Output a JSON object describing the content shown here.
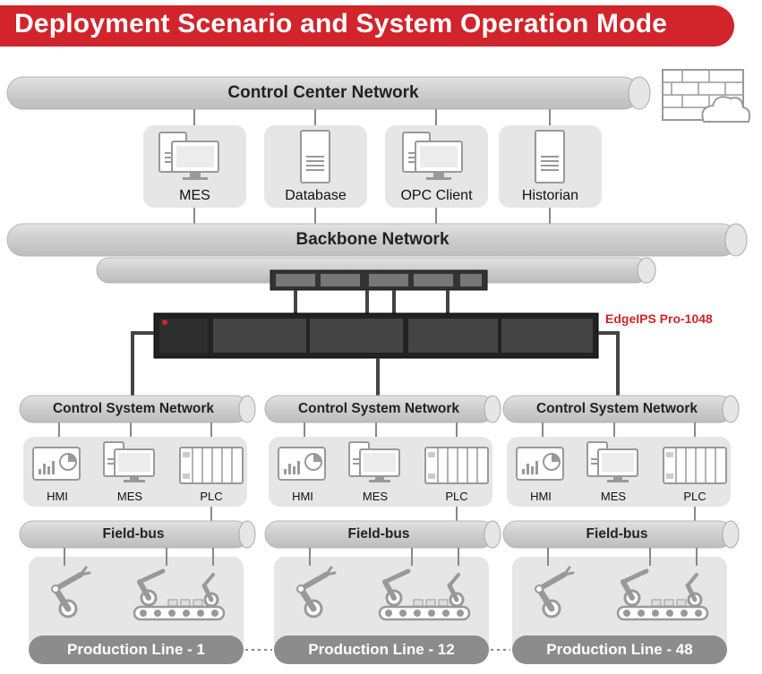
{
  "title": "Deployment Scenario and System Operation Mode",
  "networks": {
    "control_center": "Control Center Network",
    "backbone": "Backbone Network",
    "control_system": [
      "Control System Network",
      "Control System Network",
      "Control System Network"
    ],
    "fieldbus": [
      "Field-bus",
      "Field-bus",
      "Field-bus"
    ]
  },
  "control_center_devices": [
    "MES",
    "Database",
    "OPC Client",
    "Historian"
  ],
  "device": {
    "name": "EdgeIPS Pro-1048"
  },
  "cells": [
    {
      "hmi": "HMI",
      "mes": "MES",
      "plc": "PLC",
      "line": "Production Line - 1"
    },
    {
      "hmi": "HMI",
      "mes": "MES",
      "plc": "PLC",
      "line": "Production Line - 12"
    },
    {
      "hmi": "HMI",
      "mes": "MES",
      "plc": "PLC",
      "line": "Production Line - 48"
    }
  ],
  "colors": {
    "accent": "#d2242b",
    "pipe": "#cfcfcf",
    "panel": "#e6e6e6",
    "icon": "#9a9a9a",
    "production_bar": "#8c8c8c"
  }
}
